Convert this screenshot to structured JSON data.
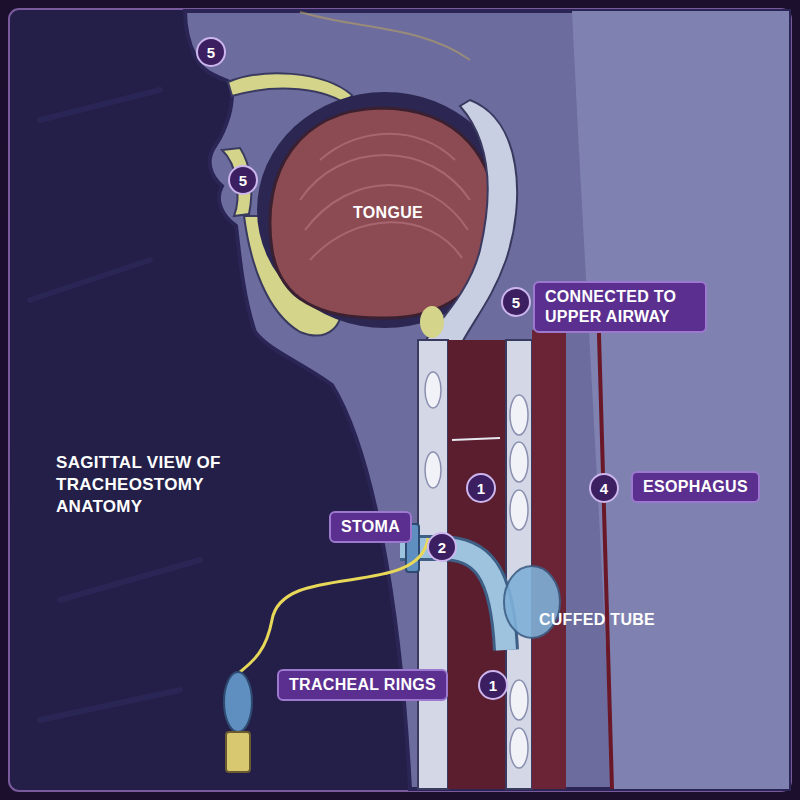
{
  "diagram": {
    "title": "SAGITTAL VIEW OF TRACHEOSTOMY ANATOMY",
    "nodes": [
      {
        "text": [
          "CONNECTED TO UPPER AIRWAY"
        ]
      },
      {
        "text": [
          "ESOPHAGUS"
        ]
      },
      {
        "text": [
          "STOMA"
        ]
      },
      {
        "text": [
          "TRACHEAL RINGS"
        ]
      }
    ],
    "labels": [
      "5",
      "5",
      "TONGUE",
      "5",
      "1",
      "4",
      "2",
      "CUFFED TUBE",
      "1"
    ]
  }
}
